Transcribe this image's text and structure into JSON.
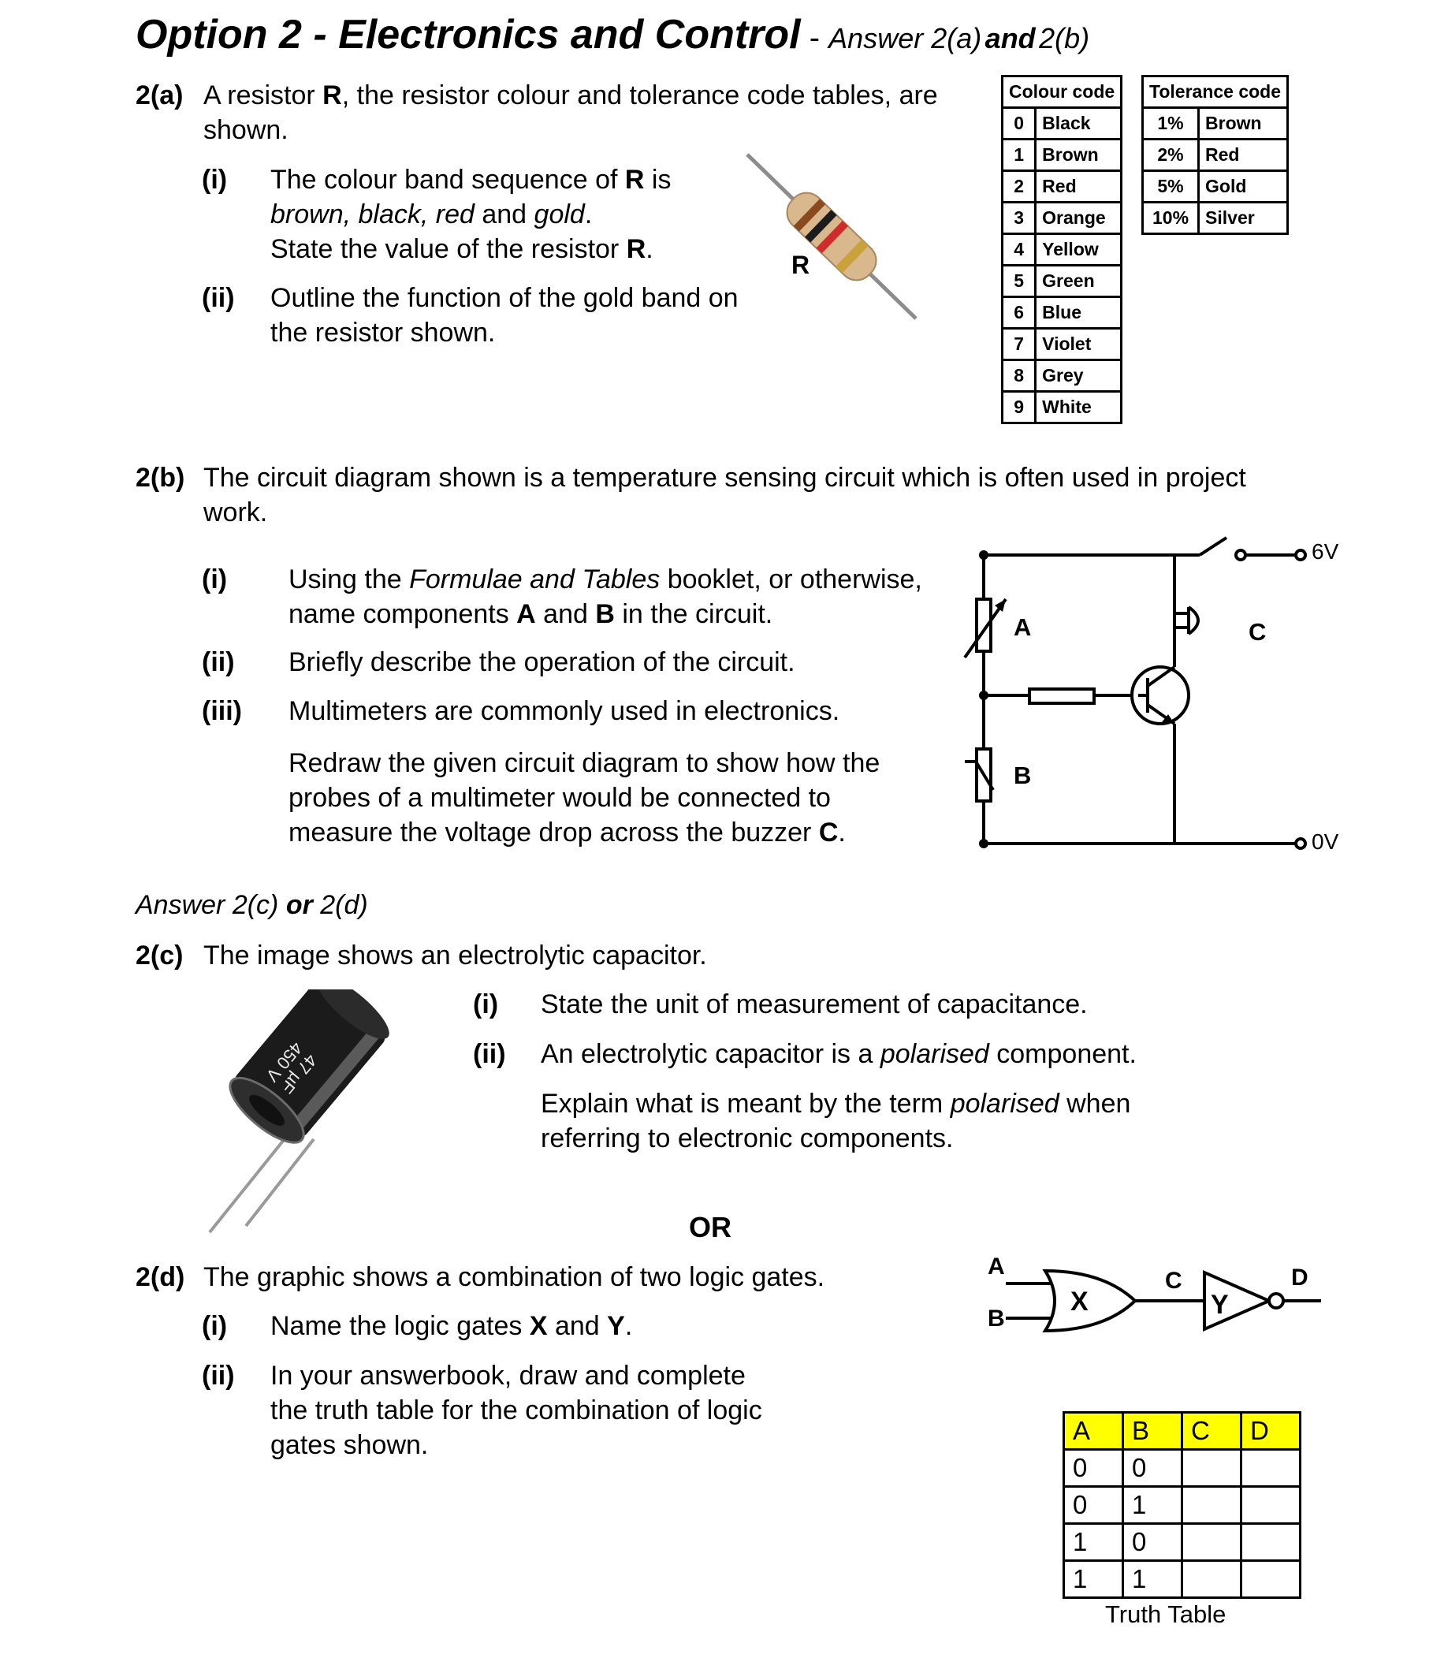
{
  "title": {
    "main": "Option 2 - Electronics and Control",
    "dash": " - ",
    "sub_answer": "Answer 2(a)",
    "sub_and": "and",
    "sub_b": "2(b)"
  },
  "q2a": {
    "num": "2(a)",
    "intro_line1": {
      "a": "A resistor ",
      "b": "R",
      "c": ", the resistor colour and tolerance code tables, are"
    },
    "intro_line2": "shown.",
    "i": {
      "num": "(i)",
      "line1": {
        "a": "The colour band sequence of ",
        "b": "R",
        "c": " is"
      },
      "line2": {
        "a": "brown, black, red",
        "b": " and ",
        "c": "gold",
        "d": "."
      },
      "line3": {
        "a": "State the value of the resistor ",
        "b": "R",
        "c": "."
      }
    },
    "ii": {
      "num": "(ii)",
      "line1": "Outline the function of the gold band on",
      "line2": "the resistor shown."
    },
    "resistor_label": "R"
  },
  "colour_table": {
    "header": "Colour code",
    "rows": [
      {
        "n": "0",
        "c": "Black"
      },
      {
        "n": "1",
        "c": "Brown"
      },
      {
        "n": "2",
        "c": "Red"
      },
      {
        "n": "3",
        "c": "Orange"
      },
      {
        "n": "4",
        "c": "Yellow"
      },
      {
        "n": "5",
        "c": "Green"
      },
      {
        "n": "6",
        "c": "Blue"
      },
      {
        "n": "7",
        "c": "Violet"
      },
      {
        "n": "8",
        "c": "Grey"
      },
      {
        "n": "9",
        "c": "White"
      }
    ]
  },
  "tolerance_table": {
    "header": "Tolerance code",
    "rows": [
      {
        "p": "1%",
        "c": "Brown"
      },
      {
        "p": "2%",
        "c": "Red"
      },
      {
        "p": "5%",
        "c": "Gold"
      },
      {
        "p": "10%",
        "c": "Silver"
      }
    ]
  },
  "q2b": {
    "num": "2(b)",
    "intro_line1": "The circuit diagram shown is a temperature sensing circuit which is often used in project",
    "intro_line2": "work.",
    "i": {
      "num": "(i)",
      "line1": {
        "a": "Using the ",
        "b": "Formulae and Tables",
        "c": " booklet, or otherwise,"
      },
      "line2": {
        "a": "name components ",
        "b": "A",
        "c": " and ",
        "d": "B",
        "e": " in the circuit."
      }
    },
    "ii": {
      "num": "(ii)",
      "line1": "Briefly describe the operation of the circuit."
    },
    "iii": {
      "num": "(iii)",
      "line1": "Multimeters are commonly used in electronics.",
      "line2": "Redraw the given circuit diagram to show how the",
      "line3": "probes of a multimeter would be connected to",
      "line4": {
        "a": "measure the voltage drop across the buzzer ",
        "b": "C",
        "c": "."
      }
    },
    "circuit": {
      "label_a": "A",
      "label_b": "B",
      "label_c": "C",
      "v_top": "6V",
      "v_bottom": "0V"
    }
  },
  "answer_cd": {
    "a": "Answer 2(c) ",
    "b": "or",
    "c": " 2(d)"
  },
  "q2c": {
    "num": "2(c)",
    "intro": "The image shows an electrolytic capacitor.",
    "i": {
      "num": "(i)",
      "line1": "State the unit of measurement of capacitance."
    },
    "ii": {
      "num": "(ii)",
      "line1": {
        "a": "An electrolytic capacitor is a ",
        "b": "polarised",
        "c": " component."
      },
      "line2": {
        "a": "Explain what is meant by the term ",
        "b": "polarised",
        "c": " when"
      },
      "line3": "referring to electronic components."
    },
    "capacitor_print": {
      "value": "47 µF",
      "voltage": "450 V"
    }
  },
  "or_label": "OR",
  "q2d": {
    "num": "2(d)",
    "intro": "The graphic shows a combination of two logic gates.",
    "i": {
      "num": "(i)",
      "line1": {
        "a": "Name the logic gates ",
        "b": "X",
        "c": " and ",
        "d": "Y",
        "e": "."
      }
    },
    "ii": {
      "num": "(ii)",
      "line1": "In your answerbook, draw and complete",
      "line2": "the truth table for the combination of logic",
      "line3": "gates shown."
    },
    "gates": {
      "in_a": "A",
      "in_b": "B",
      "gate_x": "X",
      "mid_c": "C",
      "gate_y": "Y",
      "out_d": "D"
    },
    "truth_table": {
      "headers": [
        "A",
        "B",
        "C",
        "D"
      ],
      "rows": [
        [
          "0",
          "0",
          "",
          ""
        ],
        [
          "0",
          "1",
          "",
          ""
        ],
        [
          "1",
          "0",
          "",
          ""
        ],
        [
          "1",
          "1",
          "",
          ""
        ]
      ],
      "header_color": "#ffff00",
      "caption": "Truth Table"
    }
  }
}
